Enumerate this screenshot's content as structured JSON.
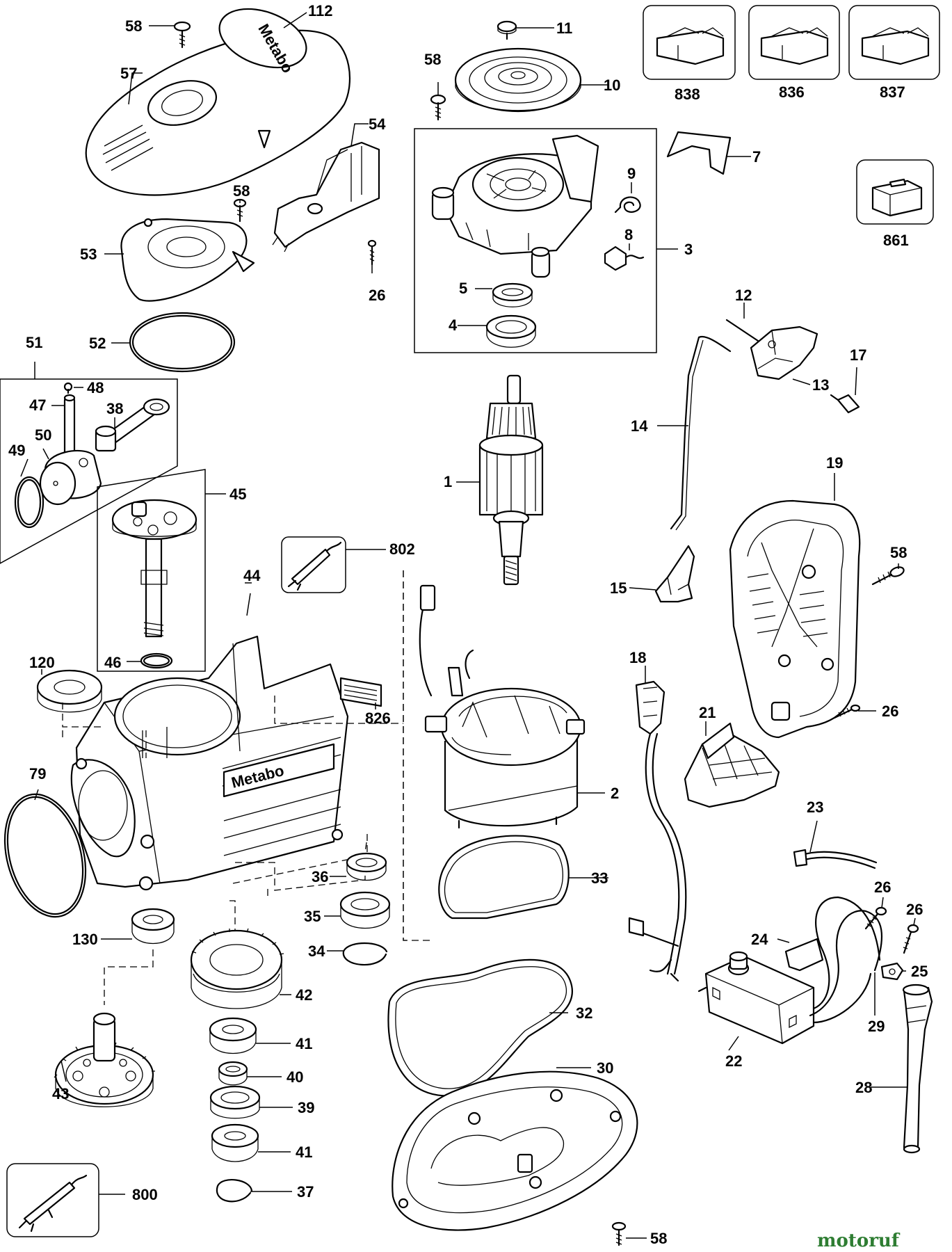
{
  "diagram": {
    "brand_text": "Metabo",
    "watermark": "motoruf",
    "part_labels": [
      "112",
      "58",
      "57",
      "54",
      "58",
      "53",
      "26",
      "52",
      "51",
      "48",
      "47",
      "38",
      "50",
      "49",
      "45",
      "46",
      "44",
      "120",
      "79",
      "802",
      "826",
      "11",
      "58",
      "10",
      "3",
      "9",
      "8",
      "7",
      "5",
      "4",
      "1",
      "2",
      "33",
      "36",
      "35",
      "34",
      "32",
      "30",
      "58",
      "130",
      "42",
      "41",
      "40",
      "39",
      "41",
      "37",
      "43",
      "800",
      "838",
      "836",
      "837",
      "861",
      "12",
      "17",
      "13",
      "14",
      "19",
      "15",
      "58",
      "18",
      "26",
      "21",
      "23",
      "26",
      "26",
      "24",
      "25",
      "22",
      "29",
      "28"
    ]
  }
}
